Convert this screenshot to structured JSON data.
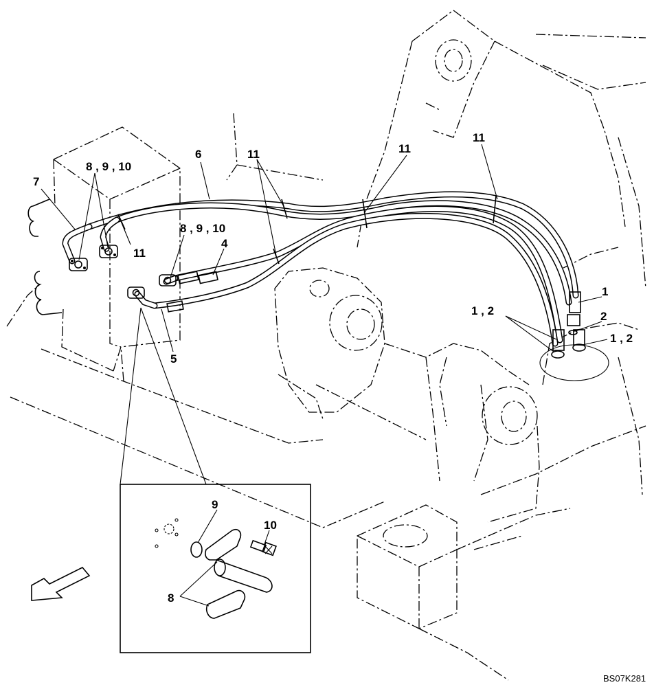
{
  "labels": {
    "l1": "1",
    "l2": "2",
    "l1_2_a": "1 , 2",
    "l1_2_b": "1 , 2",
    "l4": "4",
    "l5": "5",
    "l6": "6",
    "l7": "7",
    "l8": "8",
    "l9": "9",
    "l10": "10",
    "l11_a": "11",
    "l11_b": "11",
    "l11_c": "11",
    "l11_d": "11",
    "l8910_a": "8 , 9 , 10",
    "l8910_b": "8 , 9 , 10"
  },
  "drawing_code": "BS07K281",
  "icons": {
    "direction": "front-direction-arrow-icon"
  }
}
